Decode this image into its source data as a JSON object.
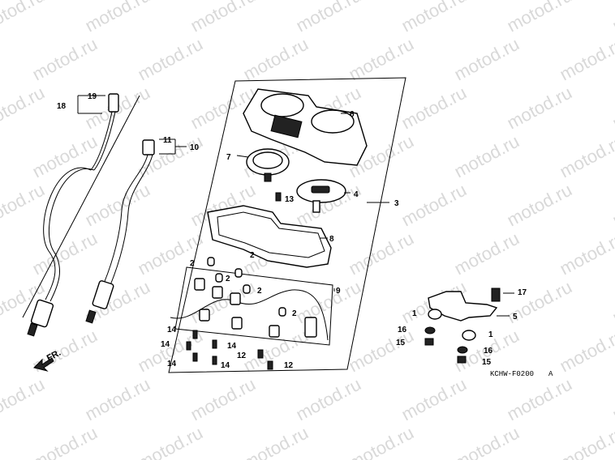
{
  "watermark": {
    "text": "motod.ru",
    "color": "#d9d9d9"
  },
  "direction_label": "FR.",
  "diagram_code": "KCHW-F0200",
  "diagram_suffix": "A",
  "callouts": {
    "c1a": "1",
    "c1b": "1",
    "c2a": "2",
    "c2b": "2",
    "c2c": "2",
    "c2d": "2",
    "c2e": "2",
    "c3": "3",
    "c4": "4",
    "c5": "5",
    "c6": "6",
    "c7": "7",
    "c8": "8",
    "c9": "9",
    "c10": "10",
    "c11": "11",
    "c12a": "12",
    "c12b": "12",
    "c13": "13",
    "c14a": "14",
    "c14b": "14",
    "c14c": "14",
    "c14d": "14",
    "c14e": "14",
    "c15a": "15",
    "c15b": "15",
    "c16a": "16",
    "c16b": "16",
    "c17": "17",
    "c18": "18",
    "c19": "19"
  }
}
